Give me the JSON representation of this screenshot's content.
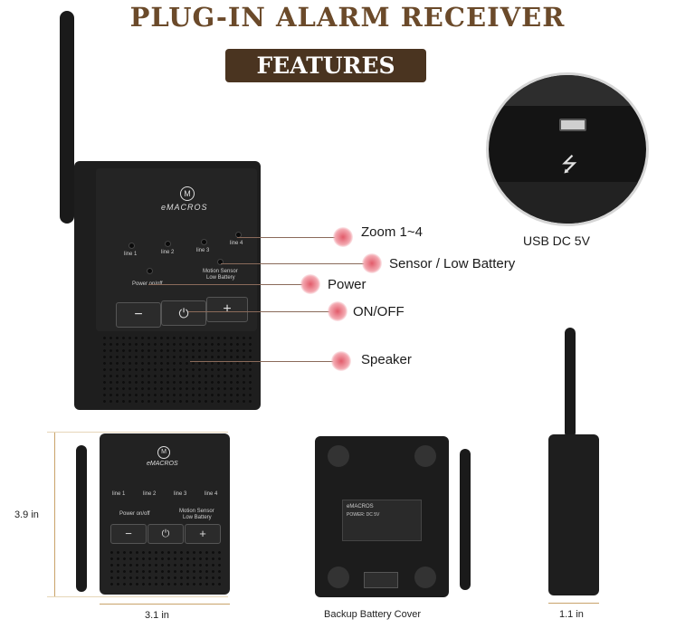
{
  "header": {
    "title": "PLUG-IN ALARM RECEIVER",
    "banner": "FEATURES"
  },
  "device": {
    "brand": "eMACROS",
    "leds": [
      "line 1",
      "line 2",
      "line 3",
      "line 4"
    ],
    "power_label": "Power on/off",
    "motion_label": "Motion  Sensor",
    "battery_label": "Low Battery",
    "btn_minus": "−",
    "btn_plus": "+",
    "btn_power": "⏻"
  },
  "callouts": {
    "zoom": "Zoom 1~4",
    "sensor": "Sensor / Low Battery",
    "power": "Power",
    "onoff": "ON/OFF",
    "speaker": "Speaker"
  },
  "usb": {
    "label": "USB DC 5V",
    "symbol": "⭍"
  },
  "dimensions": {
    "height": "3.9 in",
    "width": "3.1 in",
    "depth": "1.1 in"
  },
  "back": {
    "label": "Backup Battery Cover",
    "brand": "eMACROS",
    "power": "POWER: DC 5V"
  },
  "colors": {
    "title": "#6b4a2a",
    "banner": "#4a3420",
    "callout": "#e25b6a"
  }
}
